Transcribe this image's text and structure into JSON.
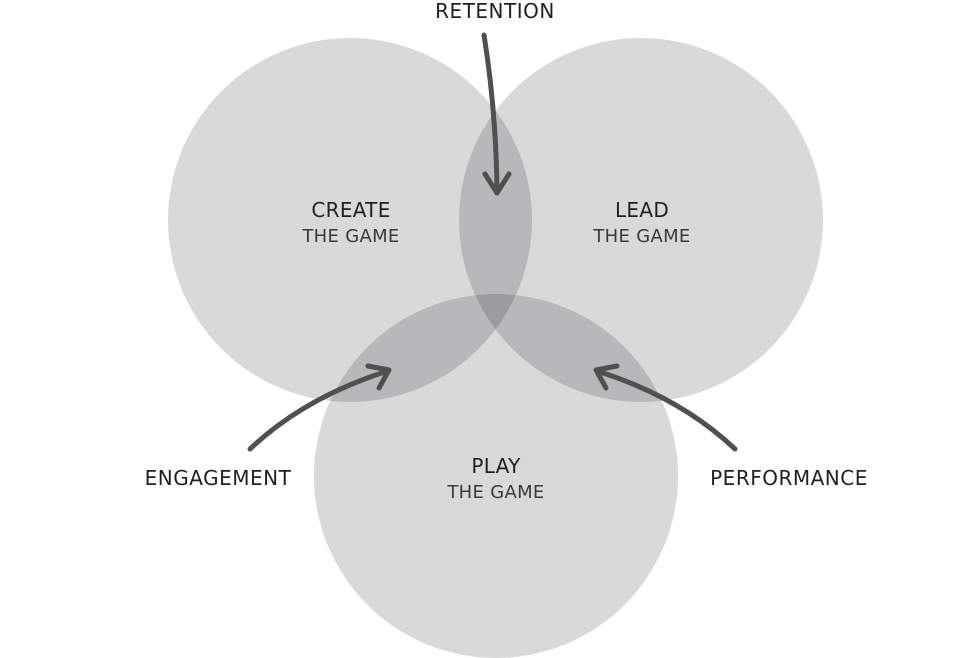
{
  "diagram": {
    "circles": {
      "create": {
        "title": "CREATE",
        "subtitle": "THE GAME"
      },
      "lead": {
        "title": "LEAD",
        "subtitle": "THE GAME"
      },
      "play": {
        "title": "PLAY",
        "subtitle": "THE GAME"
      }
    },
    "intersections": {
      "create_lead": "RETENTION",
      "create_play": "ENGAGEMENT",
      "lead_play": "PERFORMANCE"
    },
    "colors": {
      "circle_fill": "#d9d9da",
      "arrow": "#505050",
      "text": "#231f20",
      "background": "#ffffff"
    }
  }
}
